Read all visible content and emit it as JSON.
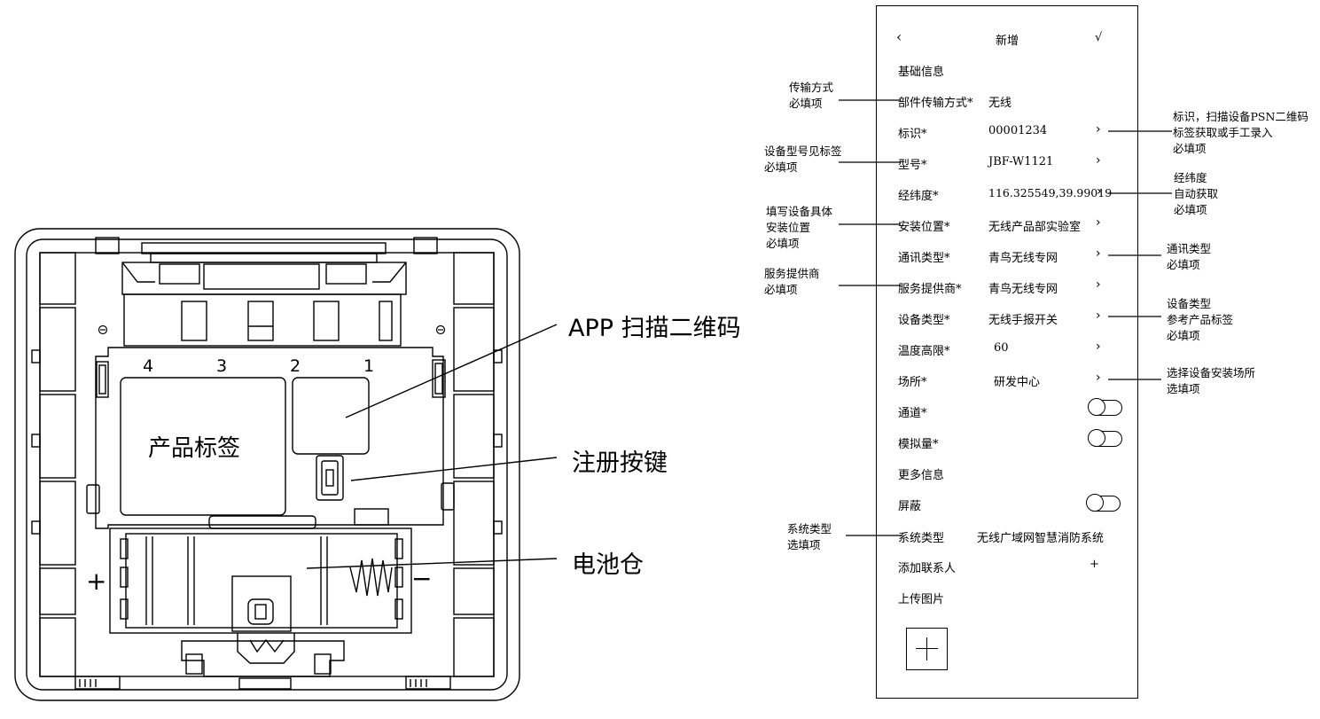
{
  "device": {
    "terminal_numbers": [
      "4",
      "3",
      "2",
      "1"
    ],
    "product_label": "产品标签",
    "plus_sign": "+",
    "minus_sign": "−",
    "callouts": {
      "qr": "APP 扫描二维码",
      "button": "注册按键",
      "battery": "电池仓"
    }
  },
  "app": {
    "header": {
      "back": "‹",
      "title": "新增",
      "confirm": "√"
    },
    "section_basic": "基础信息",
    "fields": [
      {
        "label": "部件传输方式*",
        "value": "无线",
        "arrow": ""
      },
      {
        "label": "标识*",
        "value": "00001234",
        "arrow": "›"
      },
      {
        "label": "型号*",
        "value": "JBF-W1121",
        "arrow": "›"
      },
      {
        "label": "经纬度*",
        "value": "116.325549,39.99019",
        "arrow": "›"
      },
      {
        "label": "安装位置*",
        "value": "无线产品部实验室",
        "arrow": "›"
      },
      {
        "label": "通讯类型*",
        "value": "青鸟无线专网",
        "arrow": "›"
      },
      {
        "label": "服务提供商*",
        "value": "青鸟无线专网",
        "arrow": "›"
      },
      {
        "label": "设备类型*",
        "value": "无线手报开关",
        "arrow": "›"
      },
      {
        "label": "温度高限*",
        "value": "60",
        "arrow": "›"
      },
      {
        "label": "场所*",
        "value": "研发中心",
        "arrow": "›"
      }
    ],
    "toggles": [
      {
        "label": "通道*",
        "on": false
      },
      {
        "label": "模拟量*",
        "on": false
      }
    ],
    "section_more": "更多信息",
    "shield": {
      "label": "屏蔽",
      "on": false
    },
    "system_type": {
      "label": "系统类型",
      "value": "无线广域网智慧消防系统"
    },
    "add_contact": {
      "label": "添加联系人",
      "icon": "+"
    },
    "upload_image": {
      "label": "上传图片"
    }
  },
  "notes": {
    "left": [
      "传输方式\n必填项",
      "设备型号见标签\n必填项",
      "填写设备具体\n安装位置\n必填项",
      "服务提供商\n必填项",
      "系统类型\n选填项"
    ],
    "right": [
      "标识，扫描设备PSN二维码\n标签获取或手工录入\n必填项",
      "经纬度\n自动获取\n必填项",
      "通讯类型\n必填项",
      "设备类型\n参考产品标签\n必填项",
      "选择设备安装场所\n选填项"
    ]
  }
}
